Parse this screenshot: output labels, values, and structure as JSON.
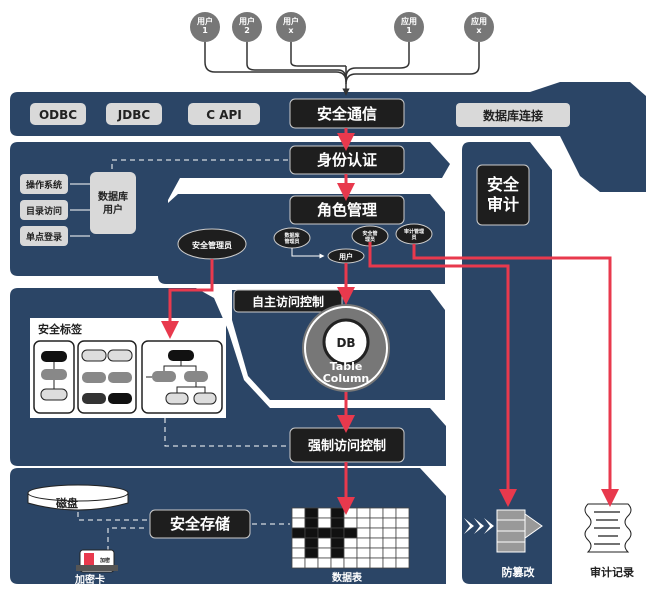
{
  "users": [
    "用户\n1",
    "用户\n2",
    "用户\nx",
    "应用\n1",
    "应用\nx"
  ],
  "conn_labels": [
    "ODBC",
    "JDBC",
    "C API"
  ],
  "secure_comm": "安全通信",
  "db_connection": "数据库连接",
  "auth": "身份认证",
  "auth_sources": [
    "操作系统",
    "目录访问",
    "单点登录"
  ],
  "db_user": "数据库\n用户",
  "security_audit": "安全\n审计",
  "role_mgmt": "角色管理",
  "sec_admin": "安全管理员",
  "small_roles": [
    "数据库\n管理员",
    "安全管\n理员",
    "审计管理\n员"
  ],
  "role_user": "用户",
  "dac": "自主访问控制",
  "db_core": "DB",
  "db_ring": "Table\nColumn",
  "sec_label": "安全标签",
  "mac": "强制访问控制",
  "disk": "磁盘",
  "secure_storage": "安全存储",
  "encrypt_card": "加密卡",
  "card_mark": "加密",
  "data_table": "数据表",
  "anti_tamper": "防篡改",
  "audit_log": "审计记录",
  "colors": {
    "panel": "#2b4566",
    "accent": "#e8394d",
    "label_box": "#1e1e1e",
    "light_box": "#d9d9d9",
    "circle": "#777777"
  }
}
